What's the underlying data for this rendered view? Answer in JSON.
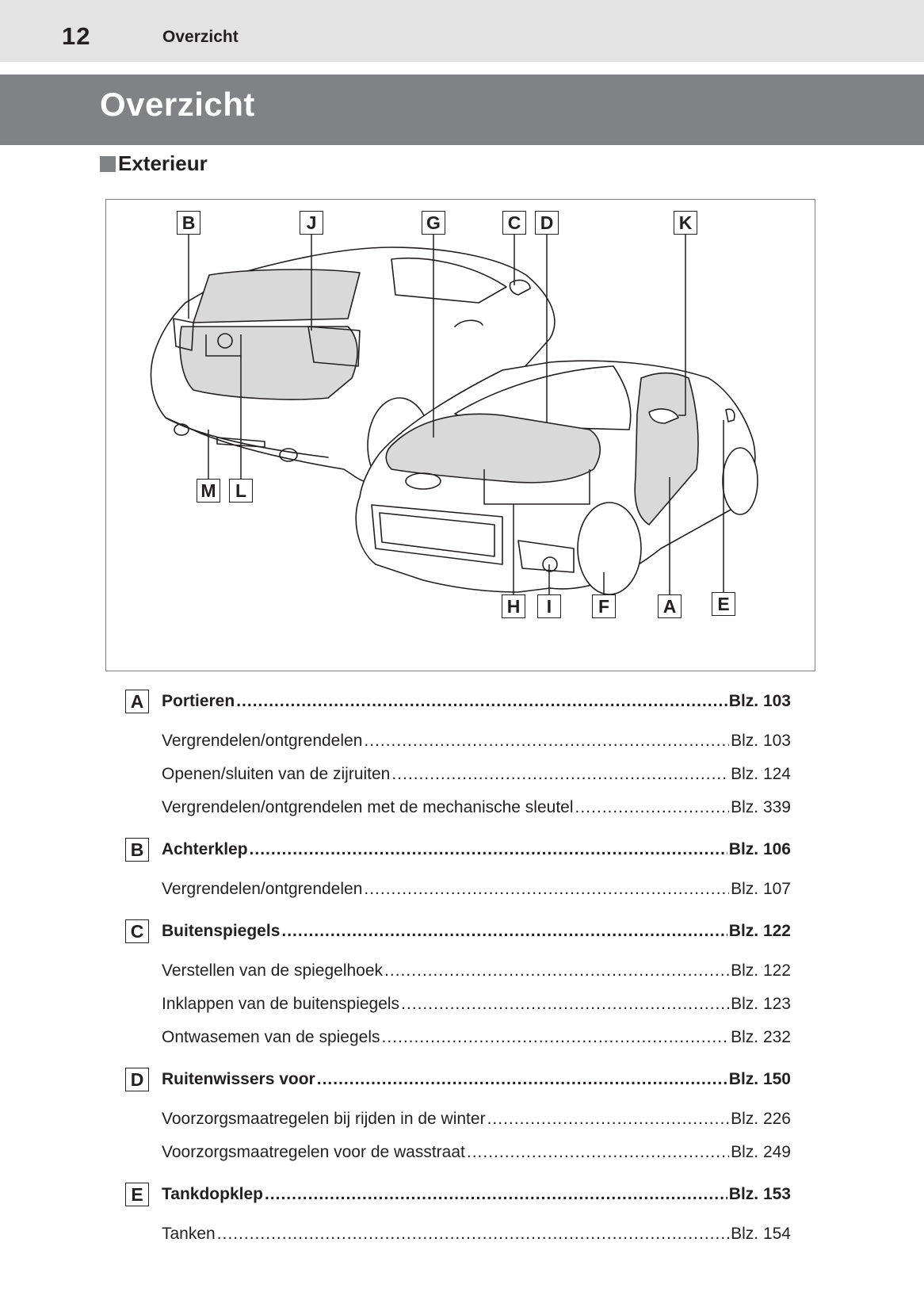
{
  "header": {
    "page_number": "12",
    "running_title": "Overzicht"
  },
  "title": "Overzicht",
  "section": "Exterieur",
  "figure": {
    "callouts": [
      "B",
      "J",
      "G",
      "C",
      "D",
      "K",
      "M",
      "L",
      "H",
      "I",
      "F",
      "A",
      "E"
    ]
  },
  "entries": [
    {
      "key": "A",
      "label": "Portieren",
      "page": "Blz. 103",
      "subs": [
        {
          "label": "Vergrendelen/ontgrendelen",
          "page": "Blz. 103"
        },
        {
          "label": "Openen/sluiten van de zijruiten",
          "page": "Blz. 124"
        },
        {
          "label": "Vergrendelen/ontgrendelen met de mechanische sleutel",
          "page": "Blz. 339"
        }
      ]
    },
    {
      "key": "B",
      "label": "Achterklep",
      "page": "Blz. 106",
      "subs": [
        {
          "label": "Vergrendelen/ontgrendelen",
          "page": "Blz. 107"
        }
      ]
    },
    {
      "key": "C",
      "label": "Buitenspiegels",
      "page": "Blz. 122",
      "subs": [
        {
          "label": "Verstellen van de spiegelhoek",
          "page": "Blz. 122"
        },
        {
          "label": "Inklappen van de buitenspiegels",
          "page": "Blz. 123"
        },
        {
          "label": "Ontwasemen van de spiegels",
          "page": "Blz. 232"
        }
      ]
    },
    {
      "key": "D",
      "label": "Ruitenwissers voor",
      "page": "Blz. 150",
      "subs": [
        {
          "label": "Voorzorgsmaatregelen bij rijden in de winter",
          "page": "Blz. 226"
        },
        {
          "label": "Voorzorgsmaatregelen voor de wasstraat",
          "page": "Blz. 249"
        }
      ]
    },
    {
      "key": "E",
      "label": "Tankdopklep",
      "page": "Blz. 153",
      "subs": [
        {
          "label": "Tanken",
          "page": "Blz. 154"
        }
      ]
    }
  ]
}
